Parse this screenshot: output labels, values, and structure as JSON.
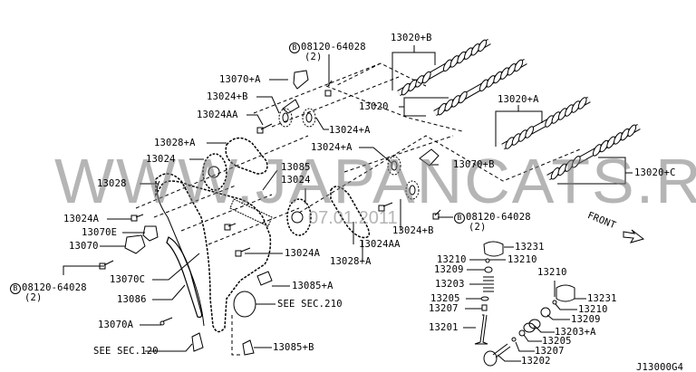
{
  "diagram": {
    "code": "J13000G4",
    "watermark": "WWW.JAPANCATS.RU",
    "watermark_date": "07.01.2011",
    "bolt_symbol": "B",
    "front_label": "FRONT",
    "labels": {
      "bolt_top": "08120-64028",
      "bolt_top_qty": "(2)",
      "cam_13020_b": "13020+B",
      "p13070_a": "13070+A",
      "p13024_b_top": "13024+B",
      "p13024aa_top": "13024AA",
      "cam_13020": "13020",
      "p13024_a_top": "13024+A",
      "cam_13020_a": "13020+A",
      "p13028_a_top": "13028+A",
      "p13024_a_mid": "13024+A",
      "p13024_left": "13024",
      "p13070_b": "13070+B",
      "p13085": "13085",
      "p13024_center": "13024",
      "p13028": "13028",
      "cam_13020_c": "13020+C",
      "p13024a_left": "13024A",
      "p13070e": "13070E",
      "p13070": "13070",
      "p13024a_center": "13024A",
      "p13024aa_right": "13024AA",
      "p13024_b_right": "13024+B",
      "bolt_right": "08120-64028",
      "bolt_right_qty": "(2)",
      "p13028_a_bottom": "13028+A",
      "bolt_left": "08120-64028",
      "bolt_left_qty": "(2)",
      "p13070c": "13070C",
      "p13085_a": "13085+A",
      "p13086": "13086",
      "see_sec_210": "SEE SEC.210",
      "p13070a": "13070A",
      "see_sec_120": "SEE SEC.120",
      "p13085_b": "13085+B",
      "v1_13231": "13231",
      "v1_13210_l": "13210",
      "v1_13210_r": "13210",
      "v1_13209": "13209",
      "v1_13203": "13203",
      "v1_13205": "13205",
      "v1_13207": "13207",
      "v1_13201": "13201",
      "v2_13210_top": "13210",
      "v2_13231": "13231",
      "v2_13210": "13210",
      "v2_13209": "13209",
      "v2_13203_a": "13203+A",
      "v2_13205": "13205",
      "v2_13207": "13207",
      "v2_13202": "13202"
    }
  }
}
